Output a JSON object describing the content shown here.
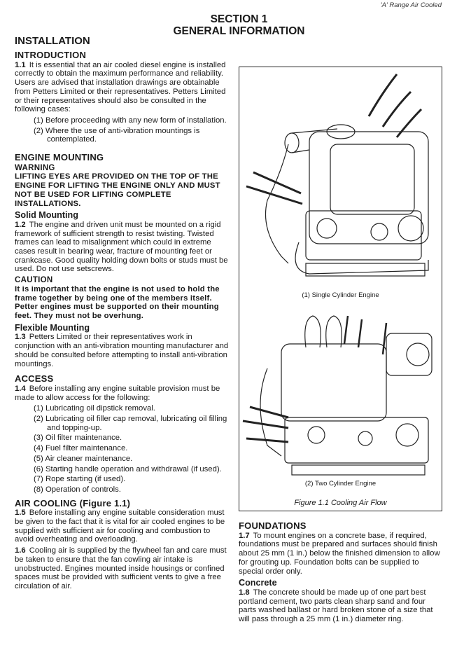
{
  "header": {
    "running_title": "'A' Range Air Cooled"
  },
  "section": {
    "number": "SECTION 1",
    "title": "GENERAL INFORMATION"
  },
  "installation": "INSTALLATION",
  "intro": {
    "heading": "INTRODUCTION",
    "num": "1.1",
    "text": "It is essential that an air cooled diesel engine is installed correctly to obtain the maximum performance and reliability.  Users are advised that installation drawings are obtainable from Petters Limited or their representatives.  Petters Limited or their representatives should also be consulted in the following cases:",
    "items": [
      "(1) Before proceeding with any new form of installation.",
      "(2) Where the use of anti-vibration mountings is contemplated."
    ]
  },
  "mounting": {
    "heading": "ENGINE MOUNTING",
    "warning_label": "WARNING",
    "warning_text": "LIFTING EYES ARE PROVIDED ON THE TOP OF THE ENGINE FOR LIFTING THE ENGINE ONLY AND MUST NOT BE USED FOR LIFTING COMPLETE INSTALLATIONS.",
    "solid_heading": "Solid Mounting",
    "solid_num": "1.2",
    "solid_text": "The engine and driven unit must be mounted on a rigid framework of sufficient strength to resist twisting.  Twisted frames can lead to misalignment which could in extreme cases result in bearing wear, fracture of mounting feet or crankcase.  Good quality holding down bolts or studs must be used.  Do not use setscrews.",
    "caution_label": "CAUTION",
    "caution_text": "It is important that the engine is not used to hold the frame together by being one of the members itself.  Petter engines must be supported on their mounting feet.  They must not be overhung.",
    "flex_heading": "Flexible Mounting",
    "flex_num": "1.3",
    "flex_text": "Petters Limited or their representatives work in conjunction with an anti-vibration mounting manufacturer and should be consulted before attempting to install anti-vibration mountings."
  },
  "access": {
    "heading": "ACCESS",
    "num": "1.4",
    "text": "Before installing any engine suitable provision must be made to allow access for the following:",
    "items": [
      "(1) Lubricating oil dipstick removal.",
      "(2) Lubricating oil filler cap removal, lubricating oil filling and topping-up.",
      "(3) Oil filter maintenance.",
      "(4) Fuel filter maintenance.",
      "(5) Air cleaner maintenance.",
      "(6) Starting handle operation and withdrawal (if used).",
      "(7) Rope starting (if used).",
      "(8) Operation of controls."
    ]
  },
  "cooling": {
    "heading": "AIR COOLING (Figure 1.1)",
    "num1": "1.5",
    "text1": "Before installing any engine suitable consideration must be given to the fact that it is vital for air cooled engines to be supplied with sufficient air for cooling and combustion to avoid overheating and overloading.",
    "num2": "1.6",
    "text2": "Cooling air is supplied by the flywheel fan and care must be taken to ensure that the fan cowling air intake is unobstructed.  Engines mounted inside housings or confined spaces must be provided with sufficient vents to give a free circulation of air."
  },
  "figure": {
    "caption1": "(1) Single Cylinder Engine",
    "caption2": "(2) Two Cylinder Engine",
    "title": "Figure 1.1  Cooling Air Flow"
  },
  "foundations": {
    "heading": "FOUNDATIONS",
    "num": "1.7",
    "text": "To mount engines on a concrete base, if required, foundations must be prepared and surfaces should finish about 25 mm (1 in.) below the finished dimension to allow for grouting up.  Foundation bolts can be supplied to special order only.",
    "concrete_heading": "Concrete",
    "concrete_num": "1.8",
    "concrete_text": "The concrete should be made up of one part best portland cement, two parts clean sharp sand and four parts washed ballast or hard broken stone of a size that will pass through a 25 mm (1 in.) diameter ring."
  }
}
